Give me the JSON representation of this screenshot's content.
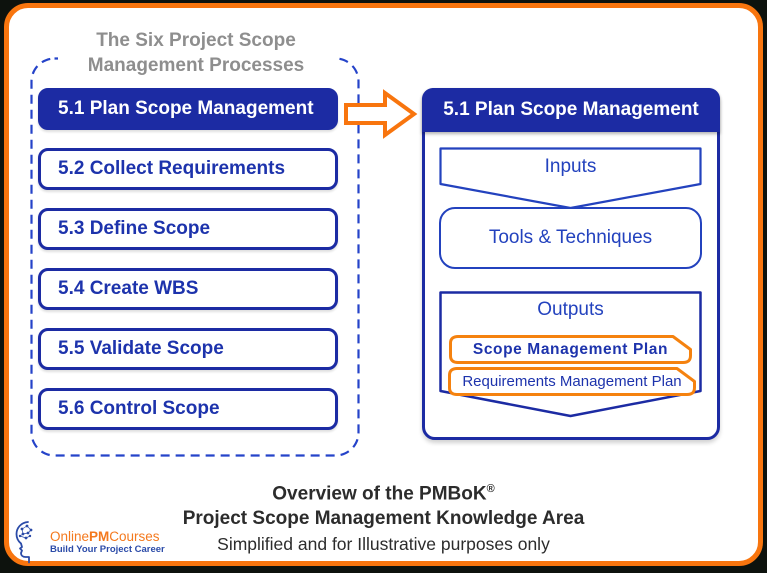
{
  "colors": {
    "frame_orange": "#F8750E",
    "box_orange": "#F5820F",
    "blue_fill": "#1C2BA3",
    "blue_line": "#2342BE",
    "blue_text": "#1D33AC",
    "dash_blue": "#2543C9",
    "gray_title": "#8E8E8E",
    "footer_text": "#2C2C2C",
    "logo_orange": "#F4791D",
    "logo_blue": "#2B4BA8"
  },
  "left_panel": {
    "title_line1": "The Six Project Scope",
    "title_line2": "Management Processes",
    "processes": [
      {
        "label": "5.1 Plan Scope Management",
        "active": true
      },
      {
        "label": "5.2 Collect Requirements",
        "active": false
      },
      {
        "label": "5.3 Define Scope",
        "active": false
      },
      {
        "label": "5.4 Create WBS",
        "active": false
      },
      {
        "label": "5.5 Validate Scope",
        "active": false
      },
      {
        "label": "5.6 Control Scope",
        "active": false
      }
    ]
  },
  "right_panel": {
    "header": "5.1 Plan Scope Management",
    "inputs_label": "Inputs",
    "tools_label": "Tools & Techniques",
    "outputs_label": "Outputs",
    "outputs_items": [
      {
        "label": "Scope Management Plan",
        "emphasis": true
      },
      {
        "label": "Requirements Management Plan",
        "emphasis": false
      }
    ]
  },
  "footer": {
    "line1": "Overview of the  PMBoK",
    "reg_mark": "®",
    "line2": "Project Scope Management Knowledge Area",
    "line3": "Simplified and for Illustrative purposes only"
  },
  "logo": {
    "brand_online": "Online",
    "brand_pm": "PM",
    "brand_courses": "Courses",
    "tagline": "Build Your Project Career"
  }
}
